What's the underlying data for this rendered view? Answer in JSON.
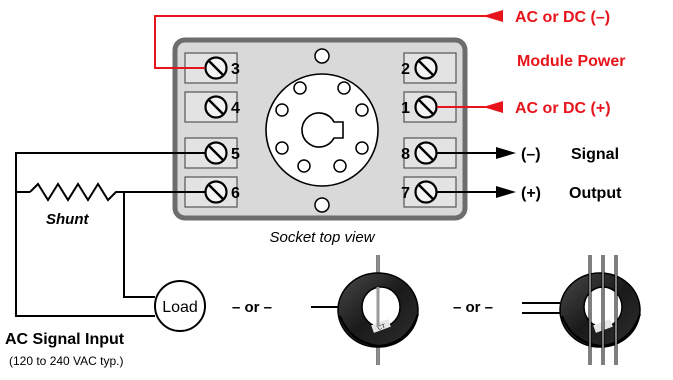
{
  "colors": {
    "power_wire": "#e8141b",
    "signal_wire": "#111111",
    "socket_fill": "#d9d9d9",
    "socket_border": "#6d6d6d"
  },
  "terminals": [
    {
      "id": "3",
      "label": "3"
    },
    {
      "id": "4",
      "label": "4"
    },
    {
      "id": "5",
      "label": "5"
    },
    {
      "id": "6",
      "label": "6"
    },
    {
      "id": "2",
      "label": "2"
    },
    {
      "id": "1",
      "label": "1"
    },
    {
      "id": "8",
      "label": "8"
    },
    {
      "id": "7",
      "label": "7"
    }
  ],
  "labels": {
    "ac_dc_minus": "AC or DC (–)",
    "module_power": "Module Power",
    "ac_dc_plus": "AC or DC (+)",
    "out_minus": "(–)",
    "out_plus": "(+)",
    "signal": "Signal",
    "output": "Output",
    "socket_caption": "Socket top view",
    "shunt": "Shunt",
    "load": "Load",
    "or1": "– or –",
    "or2": "– or –",
    "ac_signal_input": "AC Signal Input",
    "ac_signal_range": "(120 to 240 VAC typ.)",
    "ct_tag": "CT"
  },
  "icons": [
    "screw-terminal-icon",
    "current-transformer-icon",
    "resistor-icon"
  ]
}
